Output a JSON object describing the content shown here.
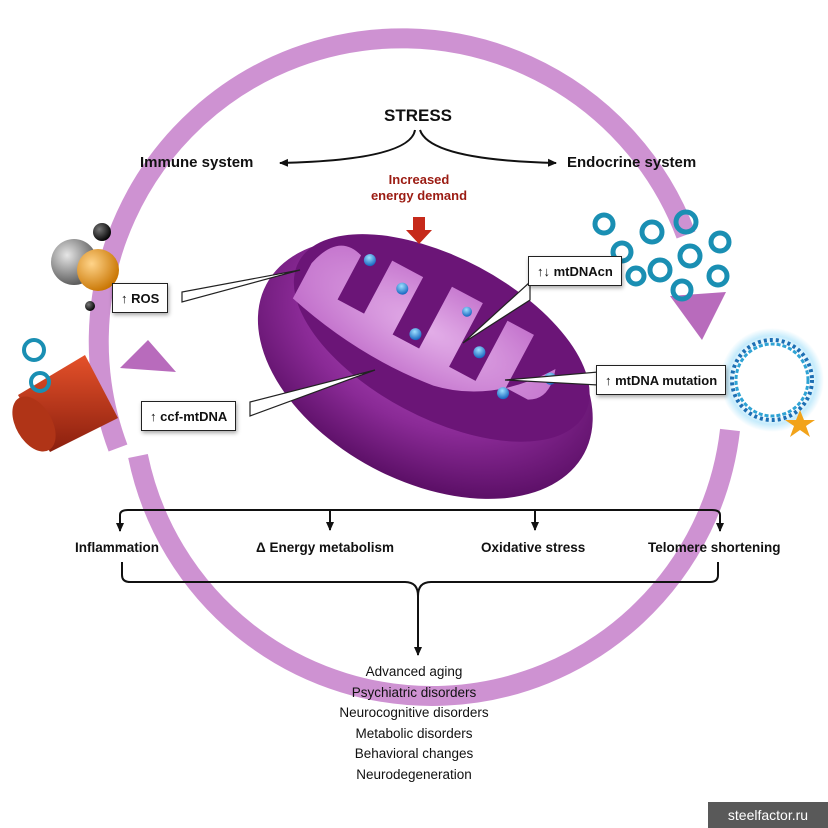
{
  "top": {
    "stress": "STRESS",
    "immune": "Immune system",
    "endocrine": "Endocrine system",
    "demand_line1": "Increased",
    "demand_line2": "energy demand"
  },
  "callouts": {
    "ros": "↑ ROS",
    "mtdnacn": "↑↓ mtDNAcn",
    "ccf": "↑ ccf-mtDNA",
    "mutation": "↑ mtDNA mutation"
  },
  "effects": {
    "inflammation": "Inflammation",
    "energy": "Δ Energy metabolism",
    "oxidative": "Oxidative stress",
    "telomere": "Telomere shortening"
  },
  "outcomes": [
    "Advanced aging",
    "Psychiatric disorders",
    "Neurocognitive disorders",
    "Metabolic disorders",
    "Behavioral changes",
    "Neurodegeneration"
  ],
  "watermark": "steelfactor.ru",
  "colors": {
    "cycle_arrow": "#c279c6",
    "mitochondrion": "#7b1f86",
    "demand_text": "#9b1b12",
    "demand_arrow": "#c62a1b",
    "dna_ring": "#1d8fb4"
  }
}
